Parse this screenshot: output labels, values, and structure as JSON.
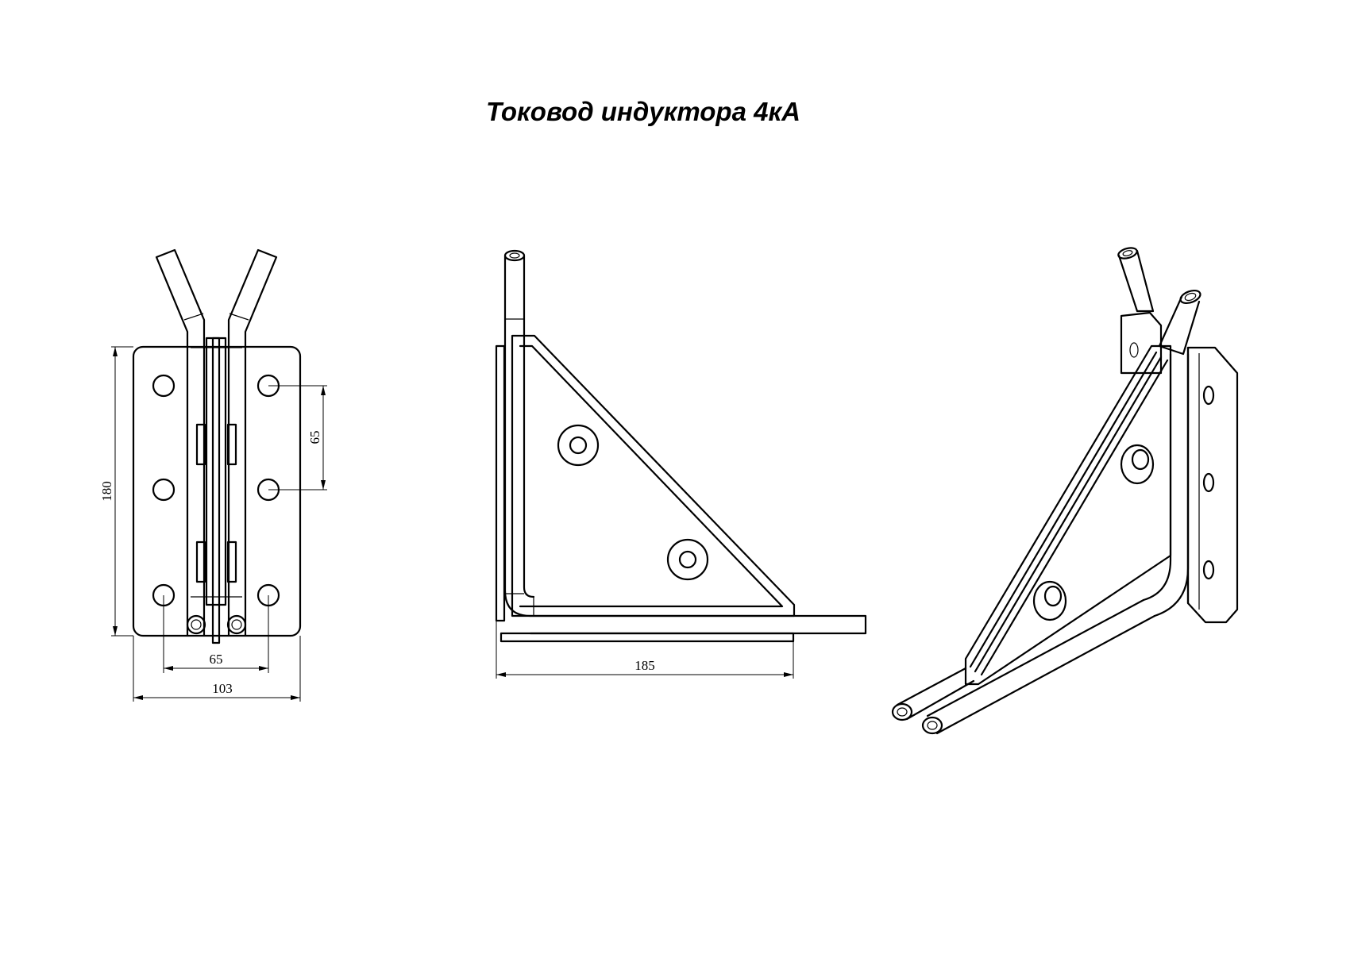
{
  "drawing": {
    "title": "Токовод индуктора 4кА",
    "front_view": {
      "dim_height": "180",
      "dim_hole_pitch_vertical": "65",
      "dim_hole_pitch_horizontal": "65",
      "dim_width": "103"
    },
    "side_view": {
      "dim_length": "185"
    }
  }
}
